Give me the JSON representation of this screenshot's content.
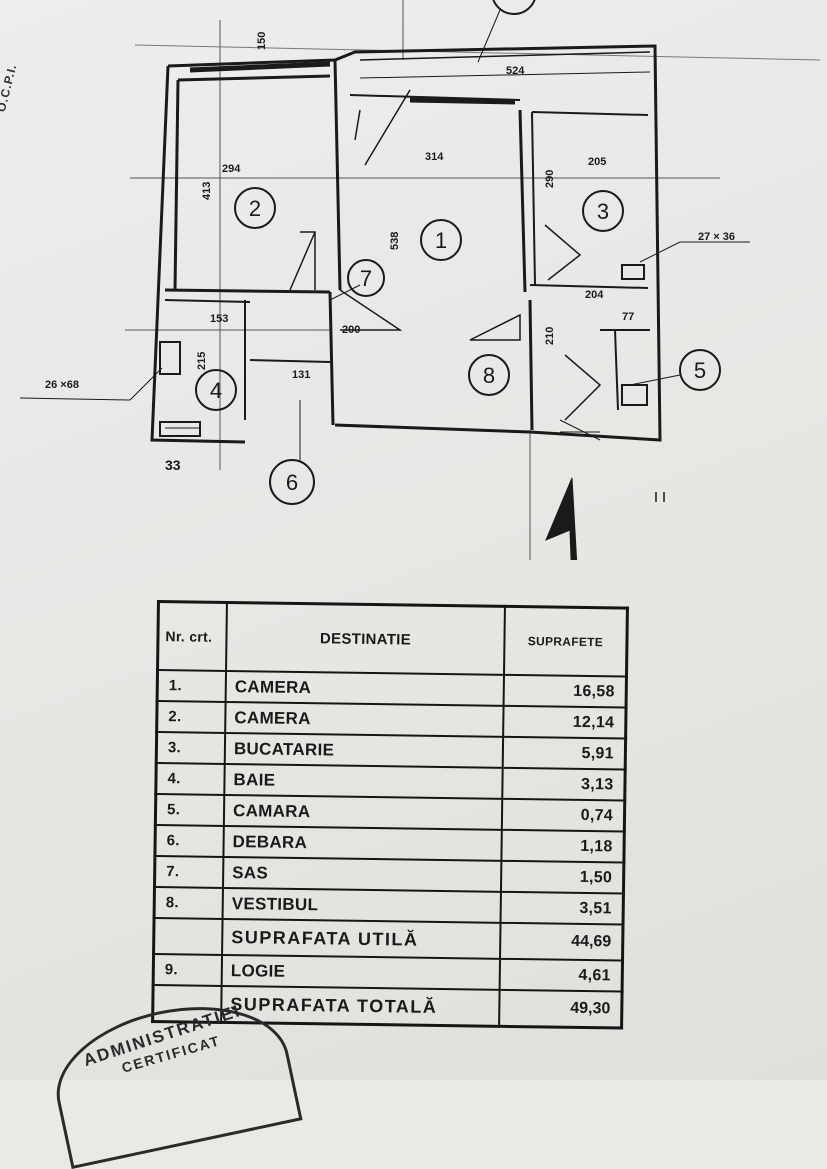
{
  "plan": {
    "rooms": [
      {
        "number": "1",
        "label": "1"
      },
      {
        "number": "2",
        "label": "2"
      },
      {
        "number": "3",
        "label": "3"
      },
      {
        "number": "4",
        "label": "4"
      },
      {
        "number": "5",
        "label": "5"
      },
      {
        "number": "6",
        "label": "6"
      },
      {
        "number": "7",
        "label": "7"
      },
      {
        "number": "8",
        "label": "8"
      }
    ],
    "dimensions": {
      "d_294": "294",
      "d_314": "314",
      "d_205": "205",
      "d_204": "204",
      "d_538": "538",
      "d_413": "413",
      "d_27x36": "27 × 36",
      "d_26x68": "26 ×68",
      "d_33": "33",
      "d_153": "153",
      "d_215": "215",
      "d_131": "131",
      "d_77": "77",
      "d_200": "200",
      "d_524": "524",
      "d_290": "290",
      "d_210": "210",
      "d_150": "150"
    }
  },
  "table": {
    "headers": {
      "nr": "Nr. crt.",
      "destinatie": "DESTINATIE",
      "suprafete": "SUPRAFETE"
    },
    "rows": [
      {
        "nr": "1.",
        "name": "CAMERA",
        "area": "16,58"
      },
      {
        "nr": "2.",
        "name": "CAMERA",
        "area": "12,14"
      },
      {
        "nr": "3.",
        "name": "BUCATARIE",
        "area": "5,91"
      },
      {
        "nr": "4.",
        "name": "BAIE",
        "area": "3,13"
      },
      {
        "nr": "5.",
        "name": "CAMARA",
        "area": "0,74"
      },
      {
        "nr": "6.",
        "name": "DEBARA",
        "area": "1,18"
      },
      {
        "nr": "7.",
        "name": "SAS",
        "area": "1,50"
      },
      {
        "nr": "8.",
        "name": "VESTIBUL",
        "area": "3,51"
      }
    ],
    "utila": {
      "name": "SUPRAFATA UTILĂ",
      "area": "44,69"
    },
    "logie": {
      "nr": "9.",
      "name": "LOGIE",
      "area": "4,61"
    },
    "totala": {
      "name": "SUPRAFATA TOTALĂ",
      "area": "49,30"
    }
  },
  "stamp": {
    "line1": "ADMINISTRATIEI",
    "line2": "CERTIFICAT"
  },
  "side_text": "O.C.P.I."
}
